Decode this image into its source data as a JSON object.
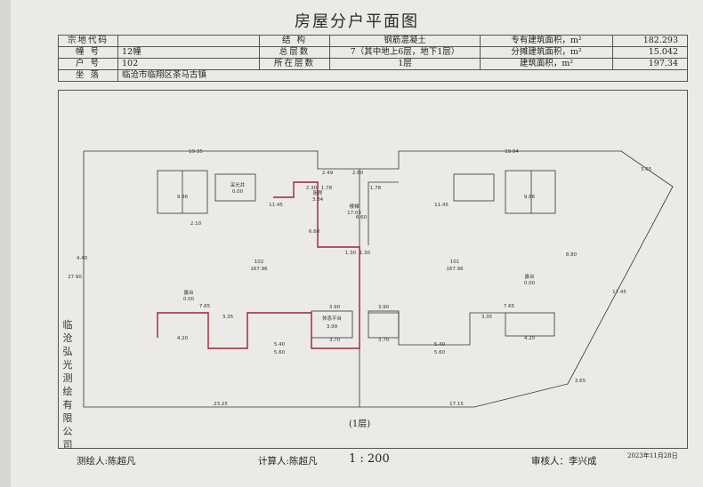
{
  "title": "房屋分户平面图",
  "info": {
    "zongdi_label": "宗地代码",
    "zongdi_value": "",
    "zhuang_label": "幢    号",
    "zhuang_value": "12幢",
    "huhao_label": "户    号",
    "huhao_value": "102",
    "zuoluo_label": "坐    落",
    "zuoluo_value": "临沧市临翔区茶马古镇",
    "jiegou_label": "结  构",
    "jiegou_value": "钢筋混凝土",
    "zongcengshu_label": "总层数",
    "zongcengshu_value": "7（其中地上6层，地下1层）",
    "suozaicengshu_label": "所在层数",
    "suozaicengshu_value": "1层",
    "zhuanyou_label": "专有建筑面积，m²",
    "zhuanyou_value": "182.293",
    "fentan_label": "分摊建筑面积，m²",
    "fentan_value": "15.042",
    "jianzhu_label": "建筑面积，m²",
    "jianzhu_value": "197.34"
  },
  "company_name": "临沧弘光测绘有限公司",
  "floor_label": "(1层)",
  "plan": {
    "unit_left": "102",
    "unit_left_area": "167.96",
    "unit_right": "101",
    "unit_right_area": "167.96",
    "stair": "楼梯",
    "stair_area": "17.03",
    "dims_top_left": "19.35",
    "dims_top_right": "19.04",
    "dims_bottom_left": "23.25",
    "dims_bottom_right": "17.15",
    "dim_left_side": "27.90",
    "dim_right_side": "17.45",
    "dim_corner_right": "3.65",
    "dim_corner_top": "3.65",
    "dim_249": "2.49",
    "dim_260": "2.60",
    "dim_230": "2.30",
    "dim_178_l": "1.78",
    "dim_178_r": "1.78",
    "dim_1145_l": "11.45",
    "dim_1145_r": "11.45",
    "dim_130_l": "1.30",
    "dim_130_r": "1.30",
    "dim_660": "6.60",
    "dim_660_r": "6.60",
    "dim_390_l": "3.90",
    "dim_390_r": "3.90",
    "dim_440": "4.40",
    "dim_880": "8.80",
    "dim_765_l": "7.65",
    "dim_765_r": "7.65",
    "dim_335_l": "3.35",
    "dim_335_r": "3.35",
    "dim_540_l": "5.40",
    "dim_540_r": "5.40",
    "dim_560_l": "5.60",
    "dim_560_r": "5.60",
    "dim_370_l": "3.70",
    "dim_370_r": "3.70",
    "dim_420_l": "4.20",
    "dim_420_r": "4.20",
    "dim_986_l": "9.86",
    "dim_986_r": "9.86",
    "dim_210": "2.10",
    "terrace": "露台",
    "terrace_area": "0.00",
    "terrace_r": "露台",
    "terrace_r_area": "0.00",
    "balcony": "休息平台",
    "balcony_area": "3.99",
    "sunroom": "采光井",
    "sunroom_area": "0.00",
    "kitchen": "厨房",
    "kitchen_area": "3.84"
  },
  "footer": {
    "surveyor": "测绘人:陈超凡",
    "calculator": "计算人:陈超凡",
    "scale": "1 : 200",
    "reviewer": "审核人：李兴成",
    "date": "2023年11月28日"
  }
}
